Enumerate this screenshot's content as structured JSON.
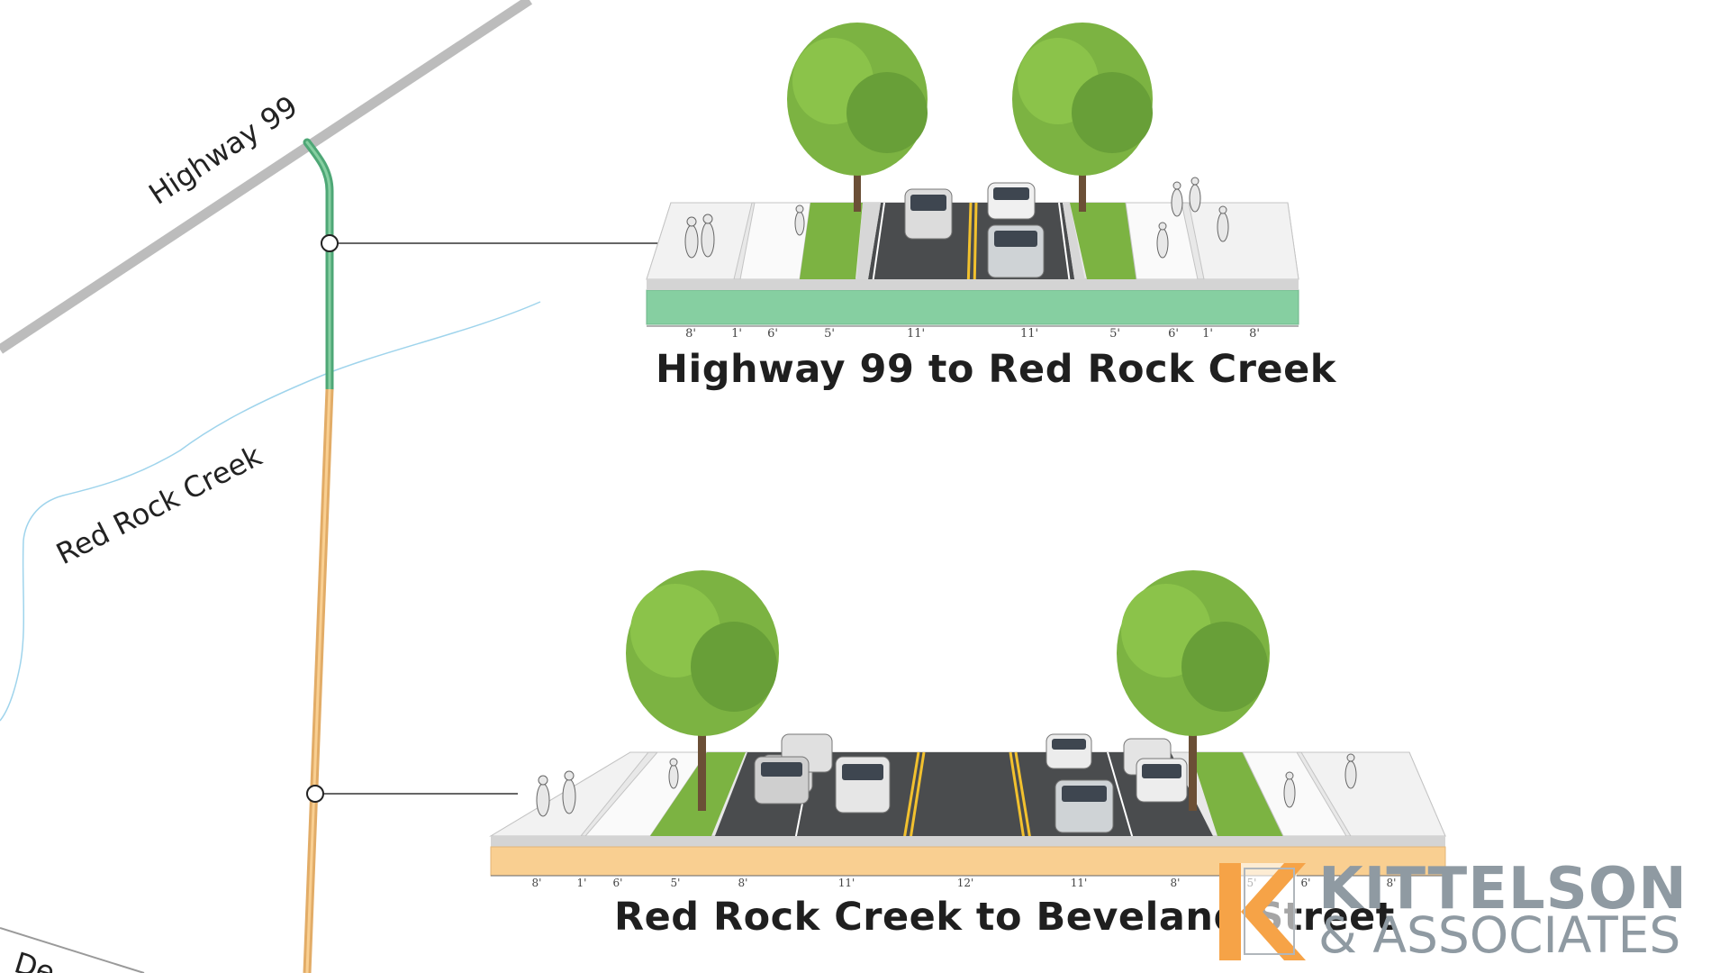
{
  "map": {
    "highway_label": "Highway 99",
    "creek_label": "Red Rock Creek",
    "bottom_road_label": "De"
  },
  "sections": [
    {
      "title": "Highway 99 to Red Rock Creek",
      "band_color": "#86cfa1",
      "widths": [
        "8'",
        "1'",
        "6'",
        "5'",
        "11'",
        "11'",
        "5'",
        "6'",
        "1'",
        "8'"
      ]
    },
    {
      "title": "Red Rock Creek to Beveland Street",
      "band_color": "#f9cf91",
      "widths": [
        "8'",
        "1'",
        "6'",
        "5'",
        "8'",
        "11'",
        "12'",
        "11'",
        "8'",
        "5'",
        "6'",
        "8'"
      ]
    }
  ],
  "logo": {
    "name": "KITTELSON",
    "subtitle": "& ASSOCIATES",
    "accent_color": "#f6a347",
    "text_color": "#8f9aa2"
  },
  "colors": {
    "road_green": "#4ea776",
    "road_orange": "#e2ac67",
    "highway_gray": "#bcbcbc",
    "creek_blue": "#9fd4ec",
    "asphalt": "#4a4c4e",
    "centerline": "#f2c12e"
  }
}
